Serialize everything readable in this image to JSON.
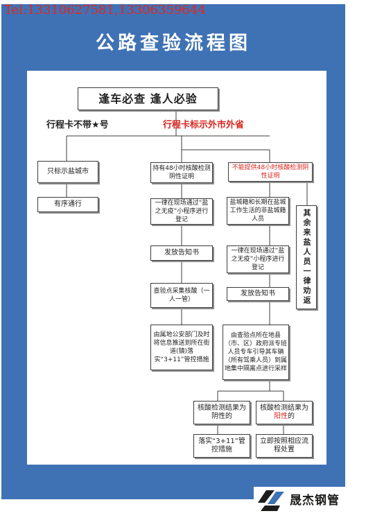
{
  "contact": {
    "phone": "Tel:13310627581,13306359644"
  },
  "poster": {
    "title": "公路查验流程图"
  },
  "flow": {
    "main": "逢车必查  逢人必验",
    "branch_left": "行程卡不带★号",
    "branch_right": "行程卡标示外市外省",
    "left": {
      "only_yancheng": "只标示盐城市",
      "orderly_pass": "有序通行"
    },
    "middle": {
      "has_cert": "持有48小时核酸检测阴性证明",
      "register": "一律在现场通过“盐之无疫”小程序进行登记",
      "notice": "发放告知书",
      "sampling": "查验点采集核酸（一人一管）",
      "police": "由属地公安部门及时将信息推送到所在街道(镇)落实“3+11”管控措施"
    },
    "right": {
      "no_cert": "不能提供48小时核酸检测阴性证明",
      "locals": "盐城籍和长期在盐城工作生活的非盐城籍人员",
      "register": "一律在现场通过“盐之无疫”小程序进行登记",
      "notice": "发放告知书",
      "escort": "由查验点所在地县（市、区）政府派专班人员专车引导其车辆（所有驾乘人员）到属地集中隔离点进行采样",
      "others_return": "其余来盐人员一律劝返"
    },
    "results": {
      "negative_prefix": "核酸检测结果为",
      "negative_word": "阴性",
      "negative_suffix": "的",
      "positive_prefix": "核酸检测结果为",
      "positive_word": "阳性",
      "positive_suffix": "的",
      "control": "落实“3+11”管控措施",
      "follow_procedure": "立即按照相应流程处置"
    }
  },
  "brand": {
    "name": "晟杰钢管"
  },
  "colors": {
    "frame_blue": "#3f72b5",
    "highlight_red": "#d7261e",
    "phone_red": "#e8241c"
  }
}
